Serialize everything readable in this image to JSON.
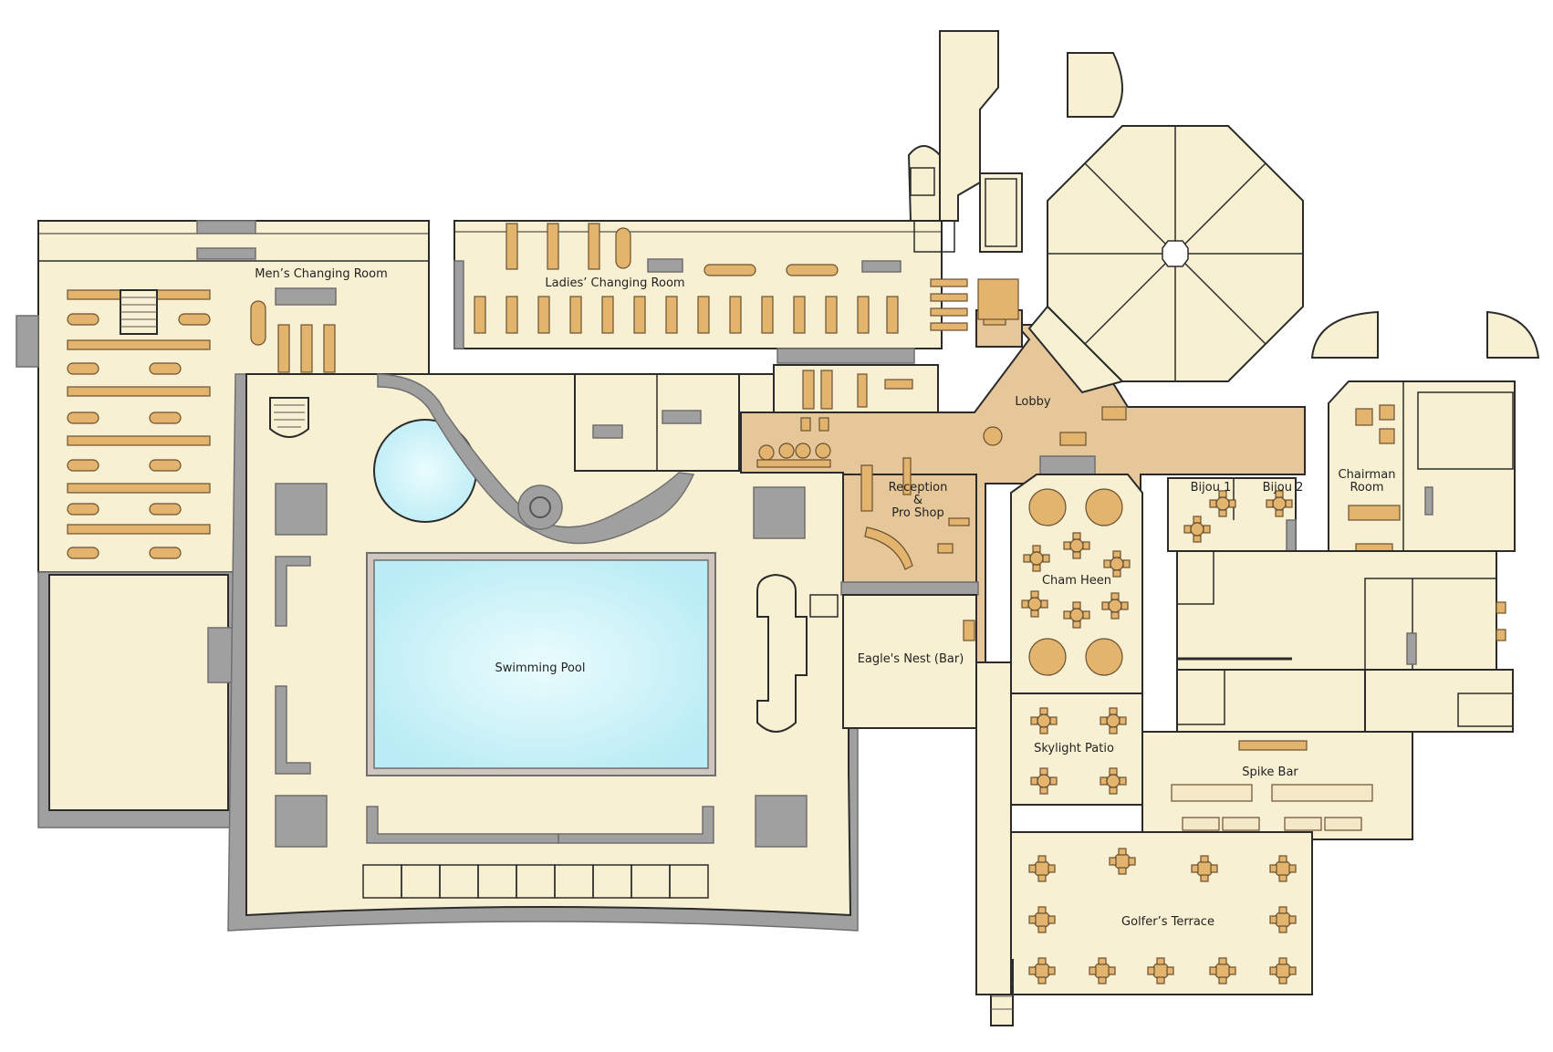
{
  "colors": {
    "room": "#f8f0d2",
    "hall": "#e6c79a",
    "wall": "#2b2b2b",
    "grey": "#a0a0a0",
    "furniture": "#e2b46e",
    "pool_water": "#cdf3f8",
    "background": "#ffffff"
  },
  "rooms": {
    "mens_changing": "Men’s Changing Room",
    "ladies_changing": "Ladies’ Changing Room",
    "lobby": "Lobby",
    "reception_line1": "Reception",
    "reception_line2": "&",
    "reception_line3": "Pro Shop",
    "bijou1": "Bijou 1",
    "bijou2": "Bijou 2",
    "chairman_line1": "Chairman",
    "chairman_line2": "Room",
    "cham_heen": "Cham Heen",
    "eagles_nest": "Eagle's Nest (Bar)",
    "swimming_pool": "Swimming Pool",
    "skylight_patio": "Skylight Patio",
    "spike_bar": "Spike Bar",
    "golfers_terrace": "Golfer’s Terrace"
  }
}
